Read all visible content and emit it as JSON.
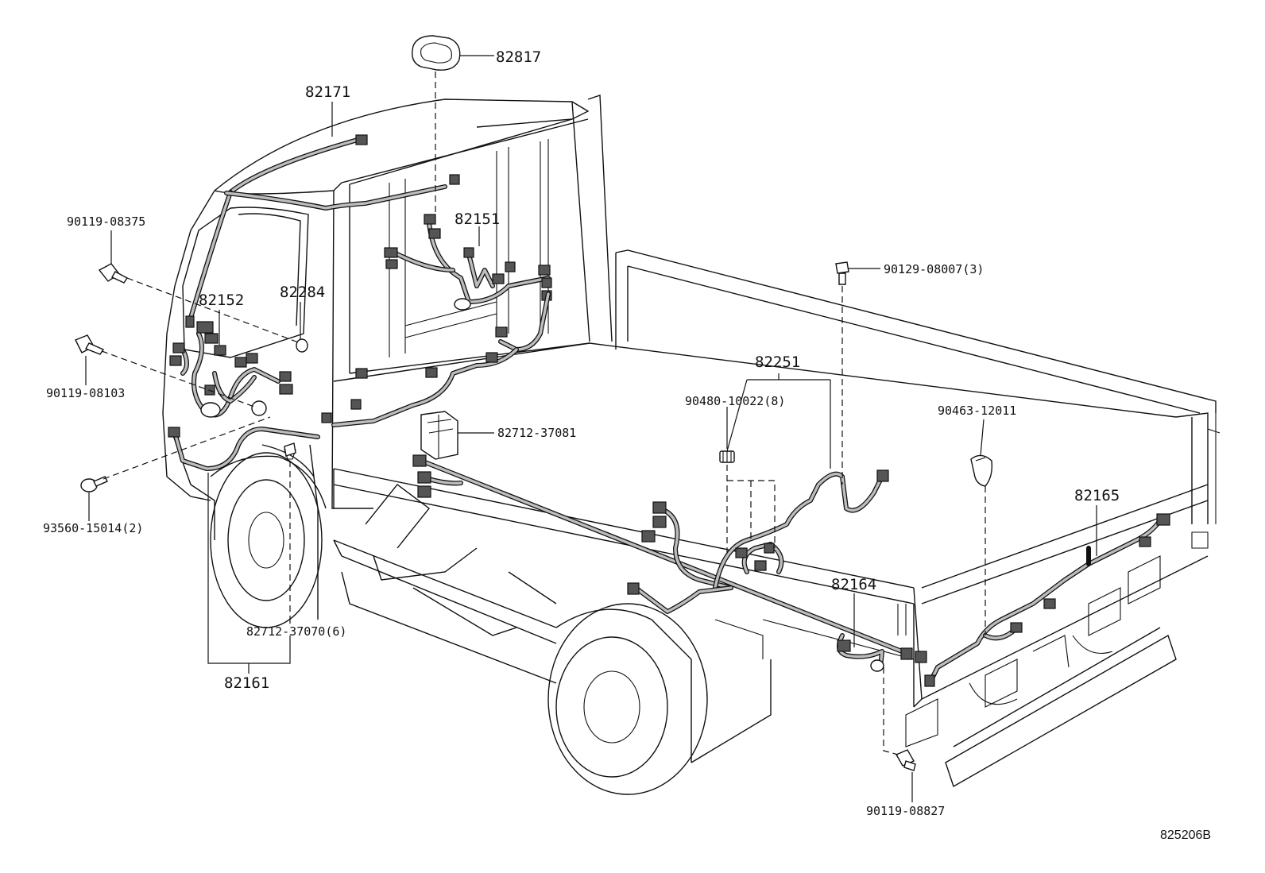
{
  "diagram_id": "825206B",
  "labels": {
    "p82817": "82817",
    "p82171": "82171",
    "p82151": "82151",
    "p90119_08375": "90119-08375",
    "p82152": "82152",
    "p82284": "82284",
    "p90119_08103": "90119-08103",
    "p90129_08007": "90129-08007(3)",
    "p82251": "82251",
    "p90480_10022": "90480-10022(8)",
    "p82712_37081": "82712-37081",
    "p90463_12011": "90463-12011",
    "p82165": "82165",
    "p93560_15014": "93560-15014(2)",
    "p82164": "82164",
    "p82712_37070": "82712-37070(6)",
    "p82161": "82161",
    "p90119_08827": "90119-08827"
  }
}
